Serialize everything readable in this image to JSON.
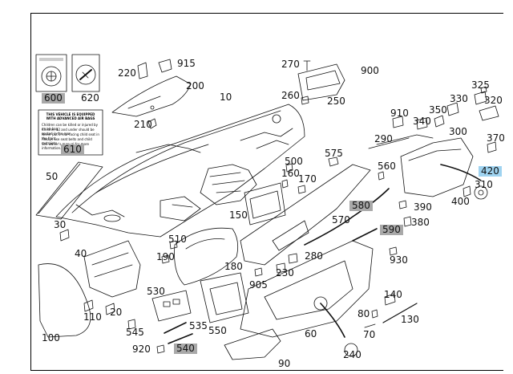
{
  "labels": [
    {
      "id": "915",
      "text": "915"
    },
    {
      "id": "220",
      "text": "220"
    },
    {
      "id": "200",
      "text": "200"
    },
    {
      "id": "210",
      "text": "210"
    },
    {
      "id": "10",
      "text": "10"
    },
    {
      "id": "270",
      "text": "270"
    },
    {
      "id": "900",
      "text": "900"
    },
    {
      "id": "260",
      "text": "260"
    },
    {
      "id": "250",
      "text": "250"
    },
    {
      "id": "325",
      "text": "325"
    },
    {
      "id": "330",
      "text": "330"
    },
    {
      "id": "320",
      "text": "320"
    },
    {
      "id": "910",
      "text": "910"
    },
    {
      "id": "350",
      "text": "350"
    },
    {
      "id": "340",
      "text": "340"
    },
    {
      "id": "300",
      "text": "300"
    },
    {
      "id": "290",
      "text": "290"
    },
    {
      "id": "370",
      "text": "370"
    },
    {
      "id": "420",
      "text": "420",
      "highlight": "blue"
    },
    {
      "id": "310",
      "text": "310"
    },
    {
      "id": "400",
      "text": "400"
    },
    {
      "id": "575",
      "text": "575"
    },
    {
      "id": "500",
      "text": "500"
    },
    {
      "id": "160",
      "text": "160"
    },
    {
      "id": "170",
      "text": "170"
    },
    {
      "id": "560",
      "text": "560"
    },
    {
      "id": "580",
      "text": "580",
      "highlight": "gray"
    },
    {
      "id": "570",
      "text": "570"
    },
    {
      "id": "390",
      "text": "390"
    },
    {
      "id": "380",
      "text": "380"
    },
    {
      "id": "590",
      "text": "590",
      "highlight": "gray"
    },
    {
      "id": "930",
      "text": "930"
    },
    {
      "id": "600",
      "text": "600",
      "highlight": "gray"
    },
    {
      "id": "620",
      "text": "620"
    },
    {
      "id": "610",
      "text": "610",
      "highlight": "gray"
    },
    {
      "id": "50",
      "text": "50"
    },
    {
      "id": "150",
      "text": "150"
    },
    {
      "id": "30",
      "text": "30"
    },
    {
      "id": "510",
      "text": "510"
    },
    {
      "id": "190",
      "text": "190"
    },
    {
      "id": "40",
      "text": "40"
    },
    {
      "id": "180",
      "text": "180"
    },
    {
      "id": "280",
      "text": "280"
    },
    {
      "id": "230",
      "text": "230"
    },
    {
      "id": "905",
      "text": "905"
    },
    {
      "id": "530",
      "text": "530"
    },
    {
      "id": "20",
      "text": "20"
    },
    {
      "id": "110",
      "text": "110"
    },
    {
      "id": "545",
      "text": "545"
    },
    {
      "id": "535",
      "text": "535"
    },
    {
      "id": "550",
      "text": "550"
    },
    {
      "id": "100",
      "text": "100"
    },
    {
      "id": "920",
      "text": "920"
    },
    {
      "id": "540",
      "text": "540",
      "highlight": "gray"
    },
    {
      "id": "140",
      "text": "140"
    },
    {
      "id": "130",
      "text": "130"
    },
    {
      "id": "80",
      "text": "80"
    },
    {
      "id": "70",
      "text": "70"
    },
    {
      "id": "60",
      "text": "60"
    },
    {
      "id": "240",
      "text": "240"
    },
    {
      "id": "90",
      "text": "90"
    }
  ],
  "warning_card": {
    "heading": "THIS VEHICLE IS EQUIPPED WITH ADVANCED AIR BAGS",
    "lines": [
      "Children can be killed or injured by an air bag.",
      "Children 12 and under should be seated in the rear.",
      "Never put a rear-facing child seat in the front.",
      "Always use seat belts and child restraints.",
      "See owner's manual for more information."
    ]
  },
  "colors": {
    "gray_highlight": "#a9a9a9",
    "blue_highlight": "#9fd3f0",
    "line": "#111111"
  }
}
